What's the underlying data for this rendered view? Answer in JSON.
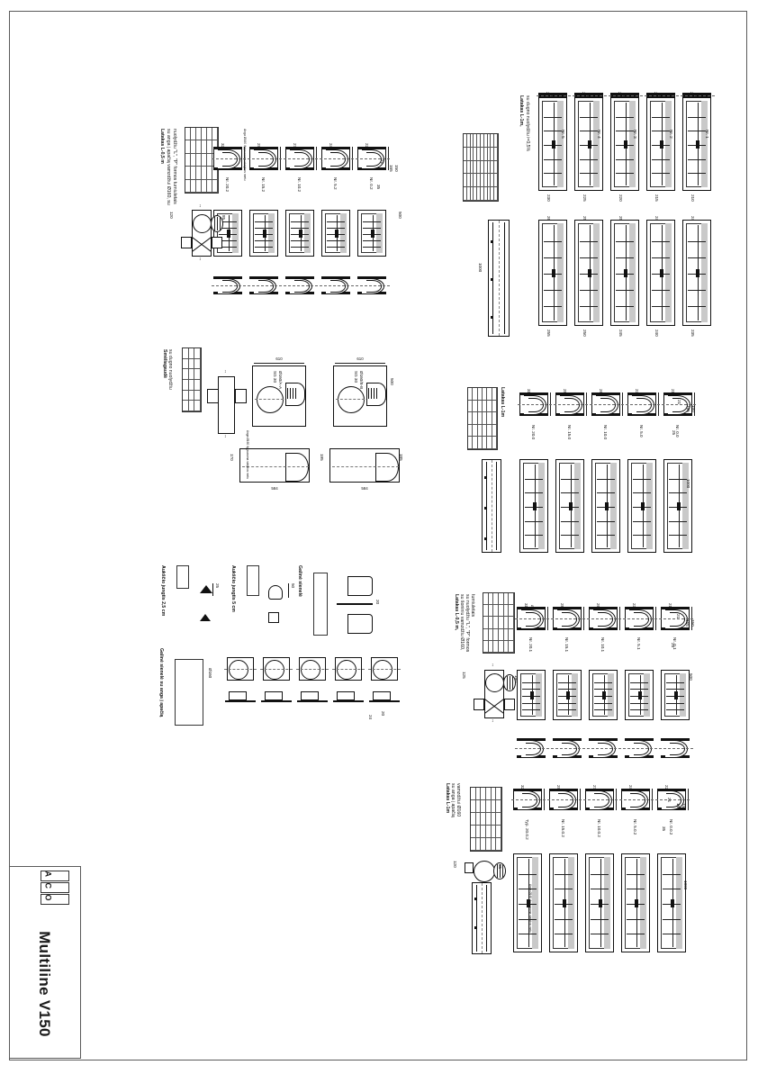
{
  "sheet": {
    "product_title": "Multiline V150",
    "logo_letters": [
      "A",
      "C",
      "O"
    ]
  },
  "groups": [
    {
      "id": "top-left",
      "note_lines": [
        "Latakas L-0,5 m",
        "su anga į apačią vamzdžiui Ø160, su",
        "nuolydžiu \"L\", \"P\" formos turniuletais"
      ],
      "leader_note": "Anga Ø160 išpjaunama statybos metu",
      "dims_top": [
        "320",
        "295",
        "270",
        "245",
        "220"
      ],
      "part_numbers": [
        "Nr. 20.2",
        "Nr. 15.2",
        "Nr. 10.2",
        "Nr. 5.2",
        "Nr. 0.2"
      ],
      "side_dims": [
        "21",
        "165",
        "150",
        "35"
      ],
      "length_dim": "500",
      "sump_dims": [
        "120",
        "85"
      ]
    },
    {
      "id": "top-right",
      "note_lines": [
        "Latakas L-1m,",
        "su dugno nuolydžiu i=0,5%"
      ],
      "row1_dims_top": [
        "235",
        "230",
        "225",
        "220",
        "215"
      ],
      "row1_dims_bottom": [
        "230",
        "225",
        "220",
        "215",
        "210"
      ],
      "row1_numbers": [
        "Nr. 5",
        "Nr. 4",
        "Nr. 3",
        "Nr. 2",
        "Nr. 1"
      ],
      "row2_dims_top": [
        "260",
        "255",
        "250",
        "245",
        "240"
      ],
      "row2_dims_bottom": [
        "255",
        "250",
        "245",
        "240",
        "235"
      ],
      "row2_numbers": [
        "Nr. 10",
        "Nr. 9",
        "Nr. 8",
        "Nr. 7",
        "Nr. 6"
      ],
      "length_dim": "1000"
    },
    {
      "id": "mid-left",
      "note_lines": [
        "Smėliagaudė",
        "su dugno nuolydžiu"
      ],
      "dims_top": [
        "610",
        "610"
      ],
      "dims_right": [
        "500",
        "500"
      ],
      "dims_bottom": [
        "584",
        "584"
      ],
      "dims_left": [
        "170",
        "195",
        "185"
      ],
      "labels": [
        "SG 30",
        "Ø160/A-A",
        "SG 30",
        "Ø160/B-B"
      ],
      "leader_note": "Anga Ø160 išpjaunama statybos metu"
    },
    {
      "id": "mid-right",
      "note_lines": [
        "Latakas L-1m"
      ],
      "dims_top": [
        "310",
        "285",
        "260",
        "235",
        "210"
      ],
      "part_numbers": [
        "Nr. 20.0",
        "Nr. 15.0",
        "Nr. 10.0",
        "Nr. 5.0",
        "Nr. 0.0"
      ],
      "side_dims": [
        "21",
        "165",
        "150",
        "25"
      ],
      "length_dim": "1000"
    },
    {
      "id": "low-left",
      "accessories": [
        {
          "label": "Aukščio jungtis 2,5 cm",
          "dim": "25"
        },
        {
          "label": "Aukščio jungtis 5 cm",
          "dim": "50"
        },
        {
          "label": "Galinė sienelė",
          "dim": "20"
        }
      ],
      "bottom_label": "Galinė sienelė su anga į apačią",
      "bottom_dia": "Ø160",
      "bottom_dims": [
        "20",
        "24"
      ]
    },
    {
      "id": "low-right",
      "note_lines": [
        "Latakas L-0,5 m,",
        "su šoniniu vamzdžiu Ø160,",
        "su nuolydžiu \"L\", \"P\" formos",
        "turniuletais"
      ],
      "leader_note": "Ø160 šoninė anga",
      "dims_top": [
        "310",
        "285",
        "260",
        "235",
        "210"
      ],
      "part_numbers": [
        "Nr. 20.1",
        "Nr. 15.1",
        "Nr. 10.1",
        "Nr. 5.1",
        "Nr. 0.1"
      ],
      "side_dims": [
        "21",
        "165",
        "150",
        "25"
      ],
      "length_dim": "500",
      "sump_dims": [
        "125",
        "160"
      ]
    },
    {
      "id": "bottom-right",
      "note_lines": [
        "Latakas L-1m",
        "su anga į apačią",
        "vamzdžiui Ø160"
      ],
      "leader_note": "Anga Ø160 išpjaunama statybos metu",
      "dims_top": [
        "320",
        "295",
        "270",
        "245",
        "220"
      ],
      "part_numbers": [
        "Typ. 20.0.2",
        "Nr. 15.0.2",
        "Nr. 10.0.2",
        "Nr. 5.0.2",
        "Nr. 0.0.2"
      ],
      "side_dims": [
        "21",
        "165",
        "150",
        "35"
      ],
      "length_dim": "1000",
      "sump_dims": [
        "120",
        "85"
      ]
    }
  ]
}
